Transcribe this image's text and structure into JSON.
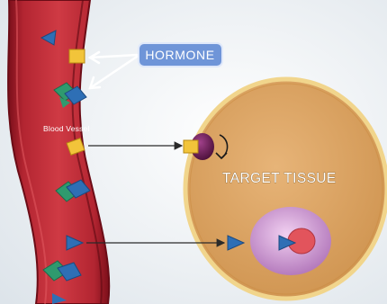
{
  "labels": {
    "hormone": "HORMONE",
    "blood_vessel": "Blood Vessel",
    "target_tissue": "TARGET TISSUE"
  },
  "colors": {
    "background": "#eef2f5",
    "vessel_outer": "#8e1622",
    "vessel_inner": "#c8313c",
    "tissue_fill": "#dba466",
    "tissue_border": "#f1d58c",
    "hormone_yellow": "#f2c43a",
    "receptor_purple": "#5b1746",
    "nucleus_pink": "#cf9bd2",
    "nucleus_core": "#e2545c",
    "molecule_blue": "#2e6fb5",
    "molecule_green": "#2f9a6e",
    "label_box": "#6f95d8"
  },
  "icons": {
    "hormone_molecule": "yellow-square-icon",
    "triangle_molecule": "blue-triangle-icon",
    "receptor": "purple-receptor-icon"
  }
}
